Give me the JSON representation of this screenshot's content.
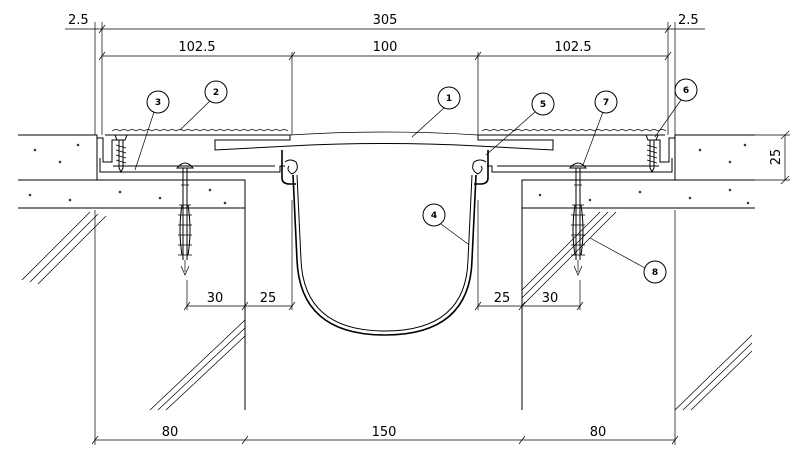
{
  "dimensions": {
    "top_left_gap": "2.5",
    "top_total": "305",
    "top_right_gap": "2.5",
    "left_span": "102.5",
    "center_span": "100",
    "right_span": "102.5",
    "height": "25",
    "left_inner_a": "30",
    "left_inner_b": "25",
    "right_inner_a": "25",
    "right_inner_b": "30",
    "bottom_left": "80",
    "bottom_center": "150",
    "bottom_right": "80"
  },
  "callouts": [
    "1",
    "2",
    "3",
    "4",
    "5",
    "6",
    "7",
    "8"
  ]
}
